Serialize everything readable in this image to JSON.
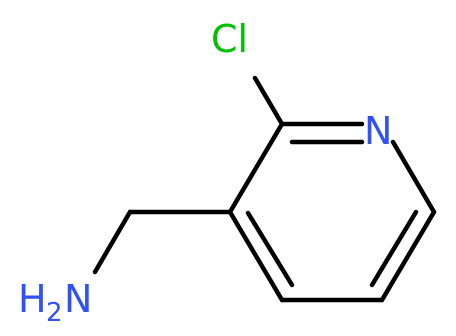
{
  "molecule": {
    "atoms": {
      "chlorine": {
        "symbol": "Cl",
        "color": "#00c000"
      },
      "nitrogen": {
        "symbol": "N",
        "color": "#3050f8"
      },
      "amine": {
        "symbol": "H",
        "subscript": "2",
        "suffix": "N",
        "color": "#3050f8"
      }
    },
    "bond_color": "#000000"
  }
}
